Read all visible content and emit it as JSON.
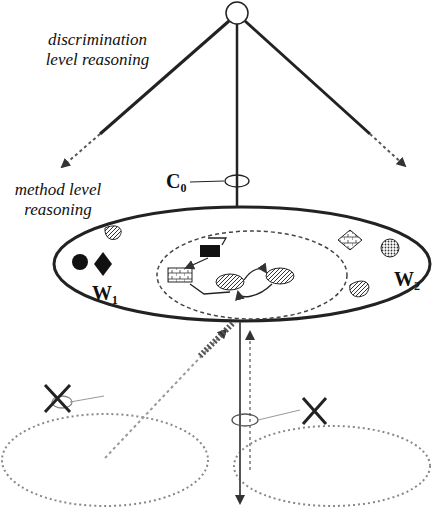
{
  "diagram": {
    "labels": [
      "discrimination level reasoning",
      "method level reasoning",
      "C₀",
      "W₁",
      "W₂"
    ]
  }
}
